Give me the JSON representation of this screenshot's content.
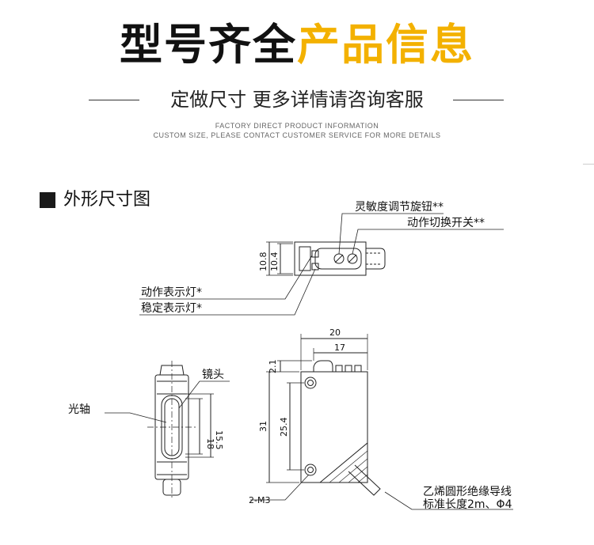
{
  "header": {
    "title_black": "型号齐全",
    "title_yellow": "产品信息",
    "subtitle": "定做尺寸 更多详情请咨询客服",
    "en_line1": "FACTORY DIRECT PRODUCT INFORMATION",
    "en_line2": "CUSTOM SIZE, PLEASE CONTACT CUSTOMER SERVICE FOR MORE DETAILS"
  },
  "section": {
    "title": "外形尺寸图"
  },
  "drawing": {
    "labels": {
      "sensitivity_knob": "灵敏度调节旋钮**",
      "mode_switch": "动作切换开关**",
      "action_lamp": "动作表示灯*",
      "stable_lamp": "稳定表示灯*",
      "lens": "镜头",
      "optical_axis": "光轴",
      "cable_line1": "乙烯圆形绝缘导线",
      "cable_line2": "标准长度2m、Φ4",
      "mount_holes": "2-M3"
    },
    "dimensions": {
      "top_h1": "10.8",
      "top_h2": "10.4",
      "width_20": "20",
      "width_17": "17",
      "d_2_1": "2.1",
      "d_31": "31",
      "d_25_4": "25.4",
      "d_18": "18",
      "d_15_5": "15.5"
    }
  },
  "colors": {
    "accent": "#f3b100",
    "line": "#222222"
  }
}
